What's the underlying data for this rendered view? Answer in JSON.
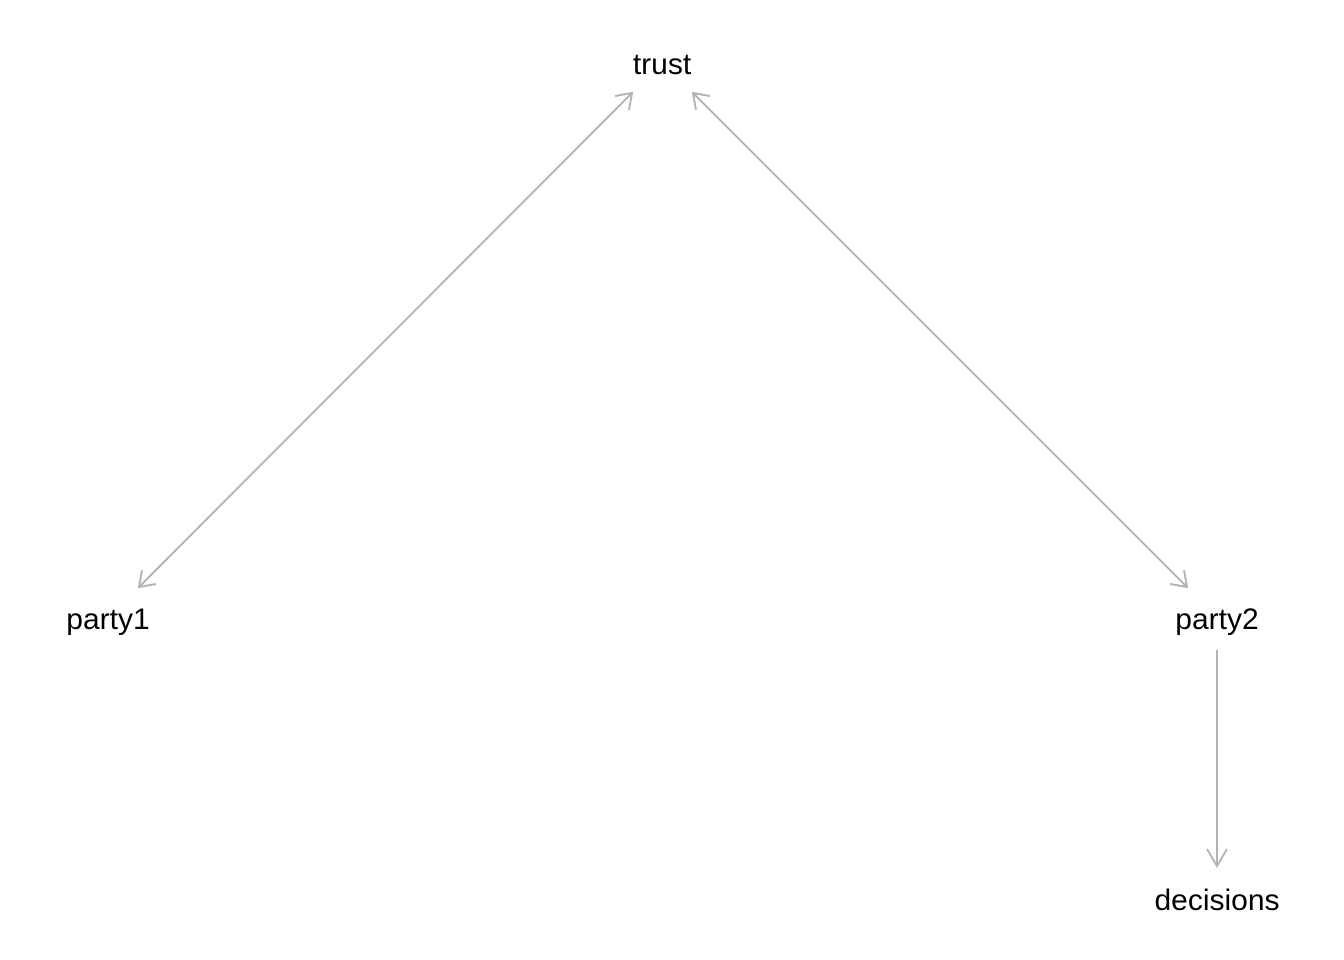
{
  "nodes": [
    {
      "id": "trust",
      "label": "trust"
    },
    {
      "id": "party1",
      "label": "party1"
    },
    {
      "id": "party2",
      "label": "party2"
    },
    {
      "id": "decisions",
      "label": "decisions"
    }
  ],
  "edges": [
    {
      "from": "trust",
      "to": "party1",
      "type": "bidirected"
    },
    {
      "from": "trust",
      "to": "party2",
      "type": "bidirected"
    },
    {
      "from": "party2",
      "to": "decisions",
      "type": "directed"
    }
  ],
  "colors": {
    "edge": "#b3b3b3",
    "label": "#000000",
    "background": "#ffffff"
  }
}
